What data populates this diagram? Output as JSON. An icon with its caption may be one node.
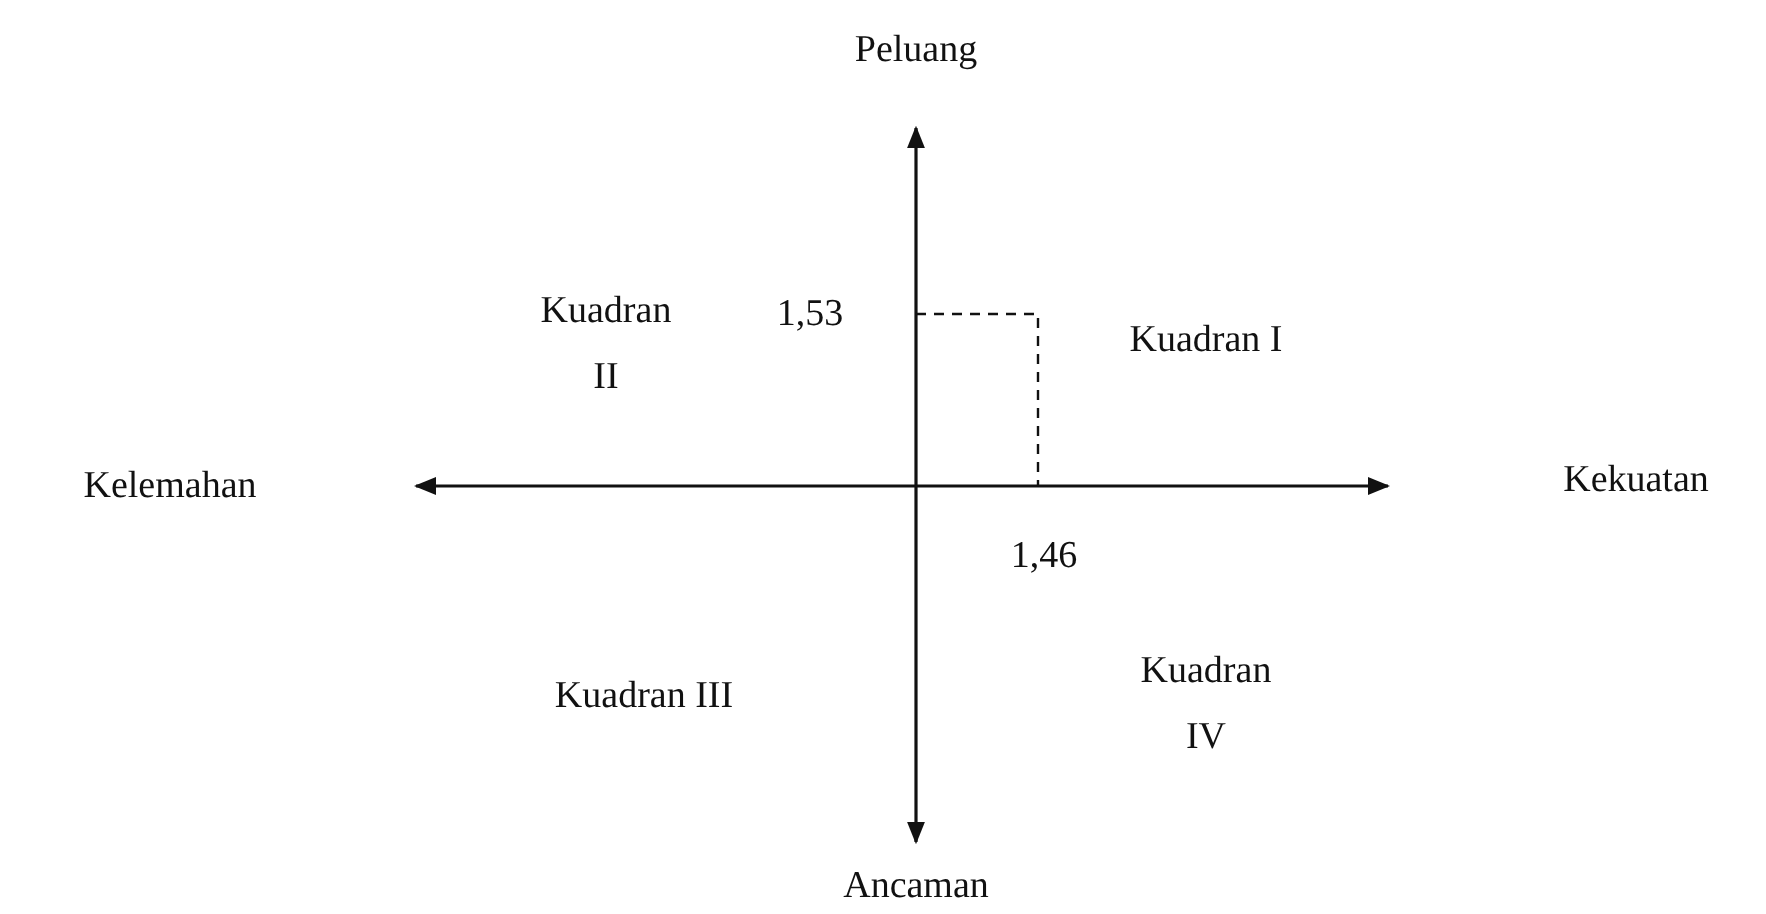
{
  "diagram": {
    "labels": [
      "Peluang",
      "1,53",
      "Kuadran I",
      "Kuadran II",
      "Kelemahan",
      "Kekuatan",
      "1,46",
      "Kuadran III",
      "Kuadran IV",
      "Ancaman"
    ]
  }
}
